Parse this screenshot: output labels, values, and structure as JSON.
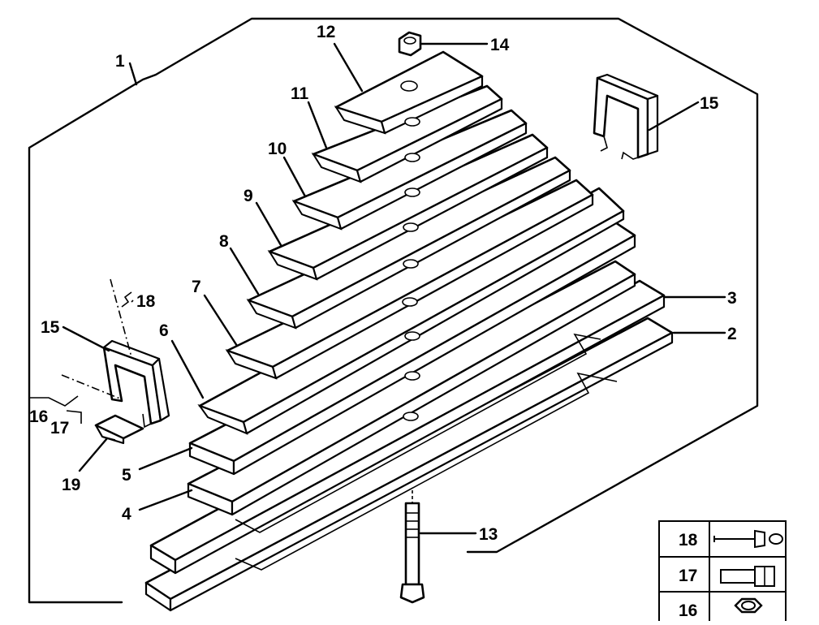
{
  "diagram": {
    "callouts": [
      "1",
      "2",
      "3",
      "4",
      "5",
      "6",
      "7",
      "8",
      "9",
      "10",
      "11",
      "12",
      "13",
      "14",
      "15",
      "15",
      "16",
      "17",
      "18",
      "19"
    ],
    "legend": [
      {
        "number": "18",
        "icon": "rivet-icon"
      },
      {
        "number": "17",
        "icon": "bolt-icon"
      },
      {
        "number": "16",
        "icon": "nut-icon"
      }
    ]
  }
}
